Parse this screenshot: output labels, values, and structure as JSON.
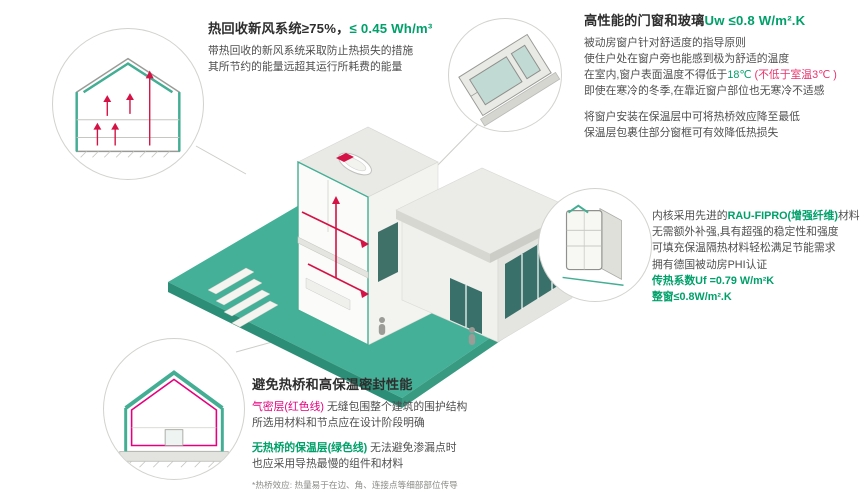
{
  "palette": {
    "teal": "#43ae93",
    "green_text": "#00a06a",
    "magenta": "#e6007e",
    "duct_red": "#d41245",
    "dark_text": "#2e2e2e",
    "body_text": "#4f4f4f"
  },
  "ventilation": {
    "title_black": "热回收新风系统≥75%，",
    "title_green": "≤ 0.45 Wh/m³",
    "line1": "带热回收的新风系统采取防止热损失的措施",
    "line2": "其所节约的能量远超其运行所耗费的能量"
  },
  "windows": {
    "title_black": "高性能的门窗和玻璃",
    "title_green": "Uw ≤0.8 W/m².K",
    "p1l1": "被动房窗户针对舒适度的指导原则",
    "p1l2": "使住户处在窗户旁也能感到极为舒适的温度",
    "p1l3a": "在室内,窗户表面温度不得低于",
    "p1l3b": "18℃",
    "p1l3c": " (不低于室温3℃ )",
    "p1l4": "即使在寒冷的冬季,在靠近窗户部位也无寒冷不适感",
    "p2l1": "将窗户安装在保温层中可将热桥效应降至最低",
    "p2l2": "保温层包裹住部分窗框可有效降低热损失"
  },
  "profile": {
    "l1a": "内核采用先进的",
    "l1b": "RAU-FIPRO(增强纤维)",
    "l1c": "材料",
    "l2": "无需额外补强,具有超强的稳定性和强度",
    "l3": "可填充保温隔热材料轻松满足节能需求",
    "l4": "拥有德国被动房PHI认证",
    "l5": "传热系数Uf =0.79 W/m²K",
    "l6": "整窗≤0.8W/m².K"
  },
  "thermal": {
    "title": "避免热桥和高保温密封性能",
    "airtight_label": "气密层(红色线)",
    "airtight_text": " 无缝包围整个建筑的围护结构",
    "line2": "所选用材料和节点应在设计阶段明确",
    "insulation_label": "无热桥的保温层(绿色线)",
    "insulation_text": " 无法避免渗漏点时",
    "line4": "也应采用导热最慢的组件和材料",
    "footnote": "*热桥效应: 热量易于在边、角、连接点等细部部位传导"
  }
}
